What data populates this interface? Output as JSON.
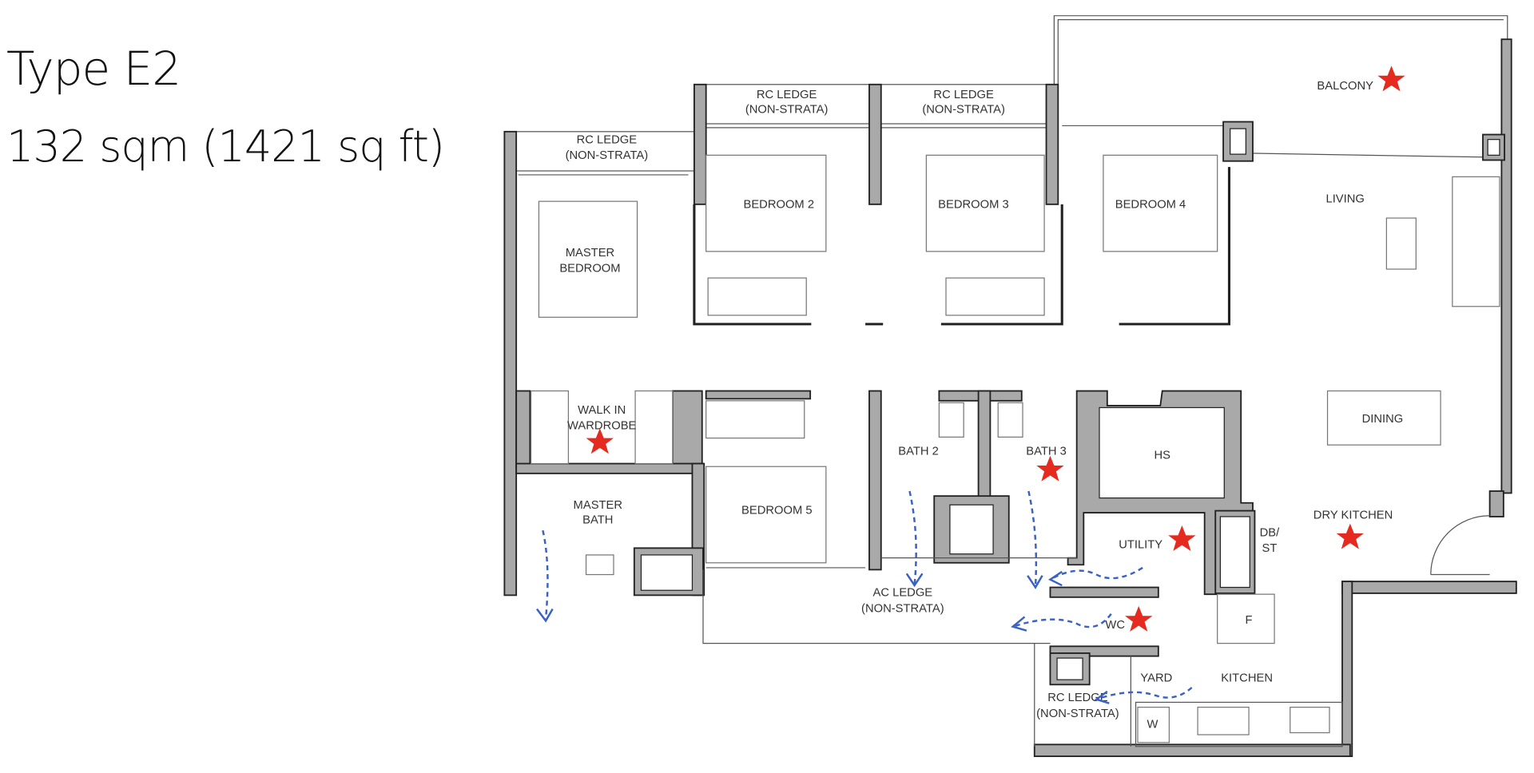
{
  "header": {
    "title": "Type E2",
    "area": "132 sqm (1421 sq ft)"
  },
  "rooms": {
    "balcony": "BALCONY",
    "living": "LIVING",
    "dining": "DINING",
    "dry_kitchen": "DRY KITCHEN",
    "bedroom2": "BEDROOM 2",
    "bedroom3": "BEDROOM 3",
    "bedroom4": "BEDROOM 4",
    "bedroom5": "BEDROOM 5",
    "master_bedroom_1": "MASTER",
    "master_bedroom_2": "BEDROOM",
    "walk_in_1": "WALK IN",
    "walk_in_2": "WARDROBE",
    "master_bath_1": "MASTER",
    "master_bath_2": "BATH",
    "bath2": "BATH 2",
    "bath3": "BATH 3",
    "hs": "HS",
    "utility": "UTILITY",
    "db_st_1": "DB/",
    "db_st_2": "ST",
    "fridge": "F",
    "wc": "WC",
    "yard": "YARD",
    "kitchen": "KITCHEN",
    "washer": "W",
    "rc_ledge_label": "RC LEDGE",
    "ac_ledge_label": "AC LEDGE",
    "non_strata": "(NON-STRATA)"
  },
  "marker_color": "#e52b1f",
  "arrow_color": "#3a62c4"
}
